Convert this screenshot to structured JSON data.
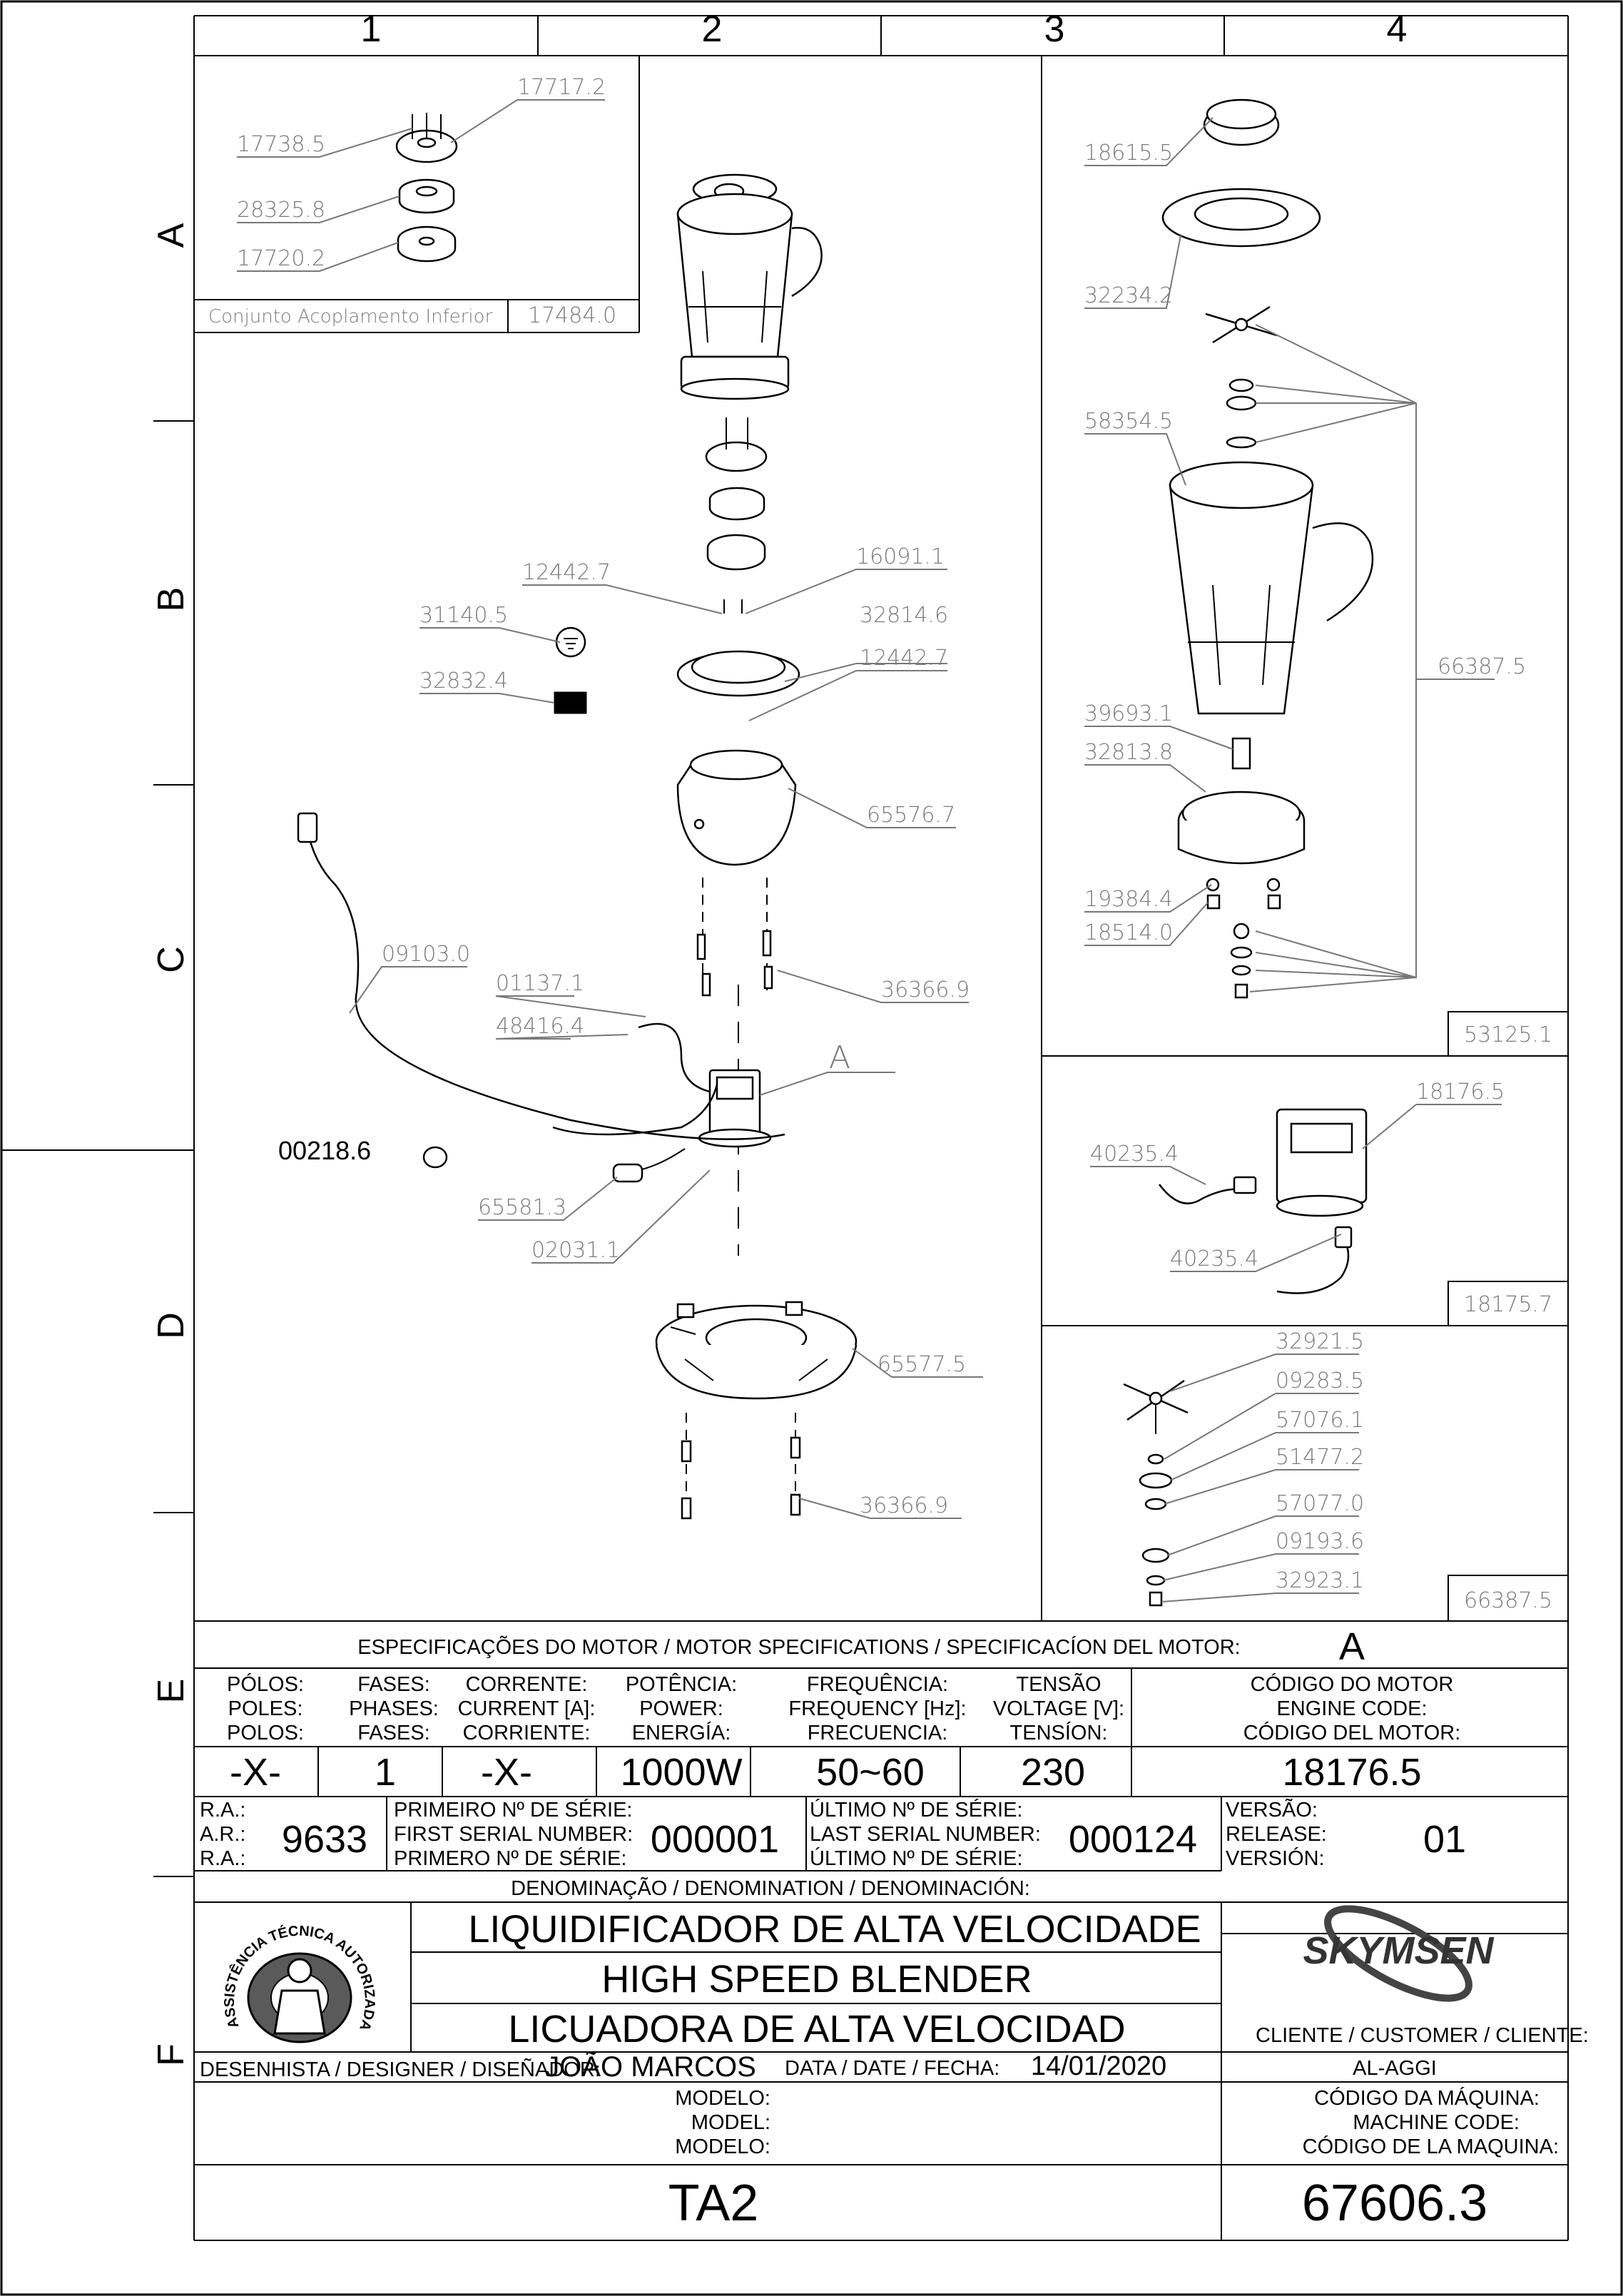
{
  "grid": {
    "columns": [
      "1",
      "2",
      "3",
      "4"
    ],
    "rows": [
      "A",
      "B",
      "C",
      "D",
      "E",
      "F"
    ]
  },
  "subassembly": {
    "name": "Conjunto Acoplamento Inferior",
    "code": "17484.0"
  },
  "part_labels": {
    "p17738_5": "17738.5",
    "p17717_2": "17717.2",
    "p28325_8": "28325.8",
    "p17720_2": "17720.2",
    "p12442_7a": "12442.7",
    "p16091_1": "16091.1",
    "p31140_5": "31140.5",
    "p32814_6": "32814.6",
    "p32832_4": "32832.4",
    "p12442_7b": "12442.7",
    "p65576_7": "65576.7",
    "p09103_0": "09103.0",
    "p01137_1": "01137.1",
    "p48416_4": "48416.4",
    "p36366_9a": "36366.9",
    "callout_a": "A",
    "p00218_6": "00218.6",
    "p65581_3": "65581.3",
    "p02031_1": "02031.1",
    "p65577_5": "65577.5",
    "p36366_9b": "36366.9",
    "p18615_5": "18615.5",
    "p32234_2": "32234.2",
    "p58354_5": "58354.5",
    "p66387_5a": "66387.5",
    "p39693_1": "39693.1",
    "p32813_8": "32813.8",
    "p19384_4": "19384.4",
    "p18514_0": "18514.0",
    "p53125_1": "53125.1",
    "p40235_4a": "40235.4",
    "p18176_5": "18176.5",
    "p40235_4b": "40235.4",
    "p18175_7": "18175.7",
    "p32921_5": "32921.5",
    "p09283_5": "09283.5",
    "p57076_1": "57076.1",
    "p51477_2": "51477.2",
    "p57077_0": "57077.0",
    "p09193_6": "09193.6",
    "p32923_1": "32923.1",
    "p66387_5b": "66387.5"
  },
  "motor_specs": {
    "title": "ESPECIFICAÇÕES DO MOTOR / MOTOR SPECIFICATIONS / SPECIFICACÍON DEL MOTOR:",
    "motor_ref": "A",
    "columns": [
      {
        "h1": "PÓLOS:",
        "h2": "POLES:",
        "h3": "POLOS:",
        "value": "-X-"
      },
      {
        "h1": "FASES:",
        "h2": "PHASES:",
        "h3": "FASES:",
        "value": "1"
      },
      {
        "h1": "CORRENTE:",
        "h2": "CURRENT [A]:",
        "h3": "CORRIENTE:",
        "value": "-X-"
      },
      {
        "h1": "POTÊNCIA:",
        "h2": "POWER:",
        "h3": "ENERGÍA:",
        "value": "1000W"
      },
      {
        "h1": "FREQUÊNCIA:",
        "h2": "FREQUENCY [Hz]:",
        "h3": "FRECUENCIA:",
        "value": "50~60"
      },
      {
        "h1": "TENSÃO",
        "h2": "VOLTAGE [V]:",
        "h3": "TENSÍON:",
        "value": "230"
      },
      {
        "h1": "CÓDIGO DO MOTOR",
        "h2": "ENGINE CODE:",
        "h3": "CÓDIGO DEL MOTOR:",
        "value": "18176.5"
      }
    ]
  },
  "serials": {
    "ra_1": "R.A.:",
    "ra_2": "A.R.:",
    "ra_3": "R.A.:",
    "ra_value": "9633",
    "first_1": "PRIMEIRO Nº DE SÉRIE:",
    "first_2": "FIRST SERIAL NUMBER:",
    "first_3": "PRIMERO Nº DE SÉRIE:",
    "first_value": "000001",
    "last_1": "ÚLTIMO Nº DE SÉRIE:",
    "last_2": "LAST SERIAL NUMBER:",
    "last_3": "ÚLTIMO Nº DE SÉRIE:",
    "last_value": "000124",
    "ver_1": "VERSÃO:",
    "ver_2": "RELEASE:",
    "ver_3": "VERSIÓN:",
    "ver_value": "01"
  },
  "denomination": {
    "label": "DENOMINAÇÃO / DENOMINATION / DENOMINACIÓN:",
    "pt": "LIQUIDIFICADOR DE ALTA VELOCIDADE",
    "en": "HIGH SPEED BLENDER",
    "es": "LICUADORA DE ALTA VELOCIDAD"
  },
  "badge_text": "ASSISTÊNCIA TÉCNICA AUTORIZADA",
  "brand": "SKYMSEN",
  "designer": {
    "label": "DESENHISTA / DESIGNER / DISEÑADOR:",
    "name": "JOÃO MARCOS",
    "date_label": "DATA / DATE / FECHA:",
    "date": "14/01/2020"
  },
  "client": {
    "label": "CLIENTE / CUSTOMER / CLIENTE:",
    "value": "AL-AGGI"
  },
  "model": {
    "l1": "MODELO:",
    "l2": "MODEL:",
    "l3": "MODELO:",
    "value": "TA2"
  },
  "machine_code": {
    "l1": "CÓDIGO DA MÁQUINA:",
    "l2": "MACHINE CODE:",
    "l3": "CÓDIGO DE LA MAQUINA:",
    "value": "67606.3"
  }
}
